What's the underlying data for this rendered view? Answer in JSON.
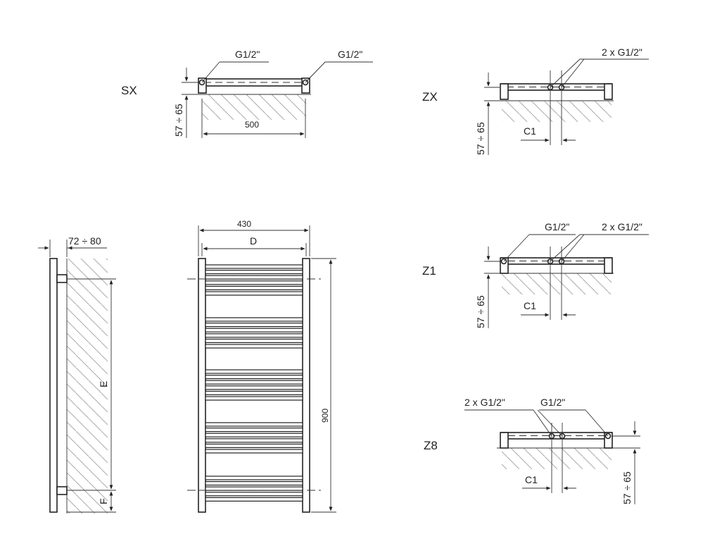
{
  "colors": {
    "line": "#222222",
    "hatch": "#aaaaaa",
    "background": "#ffffff"
  },
  "sx": {
    "name": "SX",
    "conn_left": "G1/2\"",
    "conn_right": "G1/2\"",
    "width": "500",
    "height_range": "57 ÷ 65"
  },
  "zx": {
    "name": "ZX",
    "conn": "2 x G1/2\"",
    "c1": "C1",
    "height_range": "57 ÷ 65"
  },
  "front": {
    "total_width": "430",
    "d": "D",
    "height": "900"
  },
  "side": {
    "wall_distance": "72 ÷ 80",
    "e": "E",
    "f": "F"
  },
  "z1": {
    "name": "Z1",
    "conn_single": "G1/2\"",
    "conn_double": "2 x G1/2\"",
    "c1": "C1",
    "height_range": "57 ÷ 65"
  },
  "z8": {
    "name": "Z8",
    "conn_double": "2 x G1/2\"",
    "conn_single": "G1/2\"",
    "c1": "C1",
    "height_range": "57 ÷ 65"
  }
}
